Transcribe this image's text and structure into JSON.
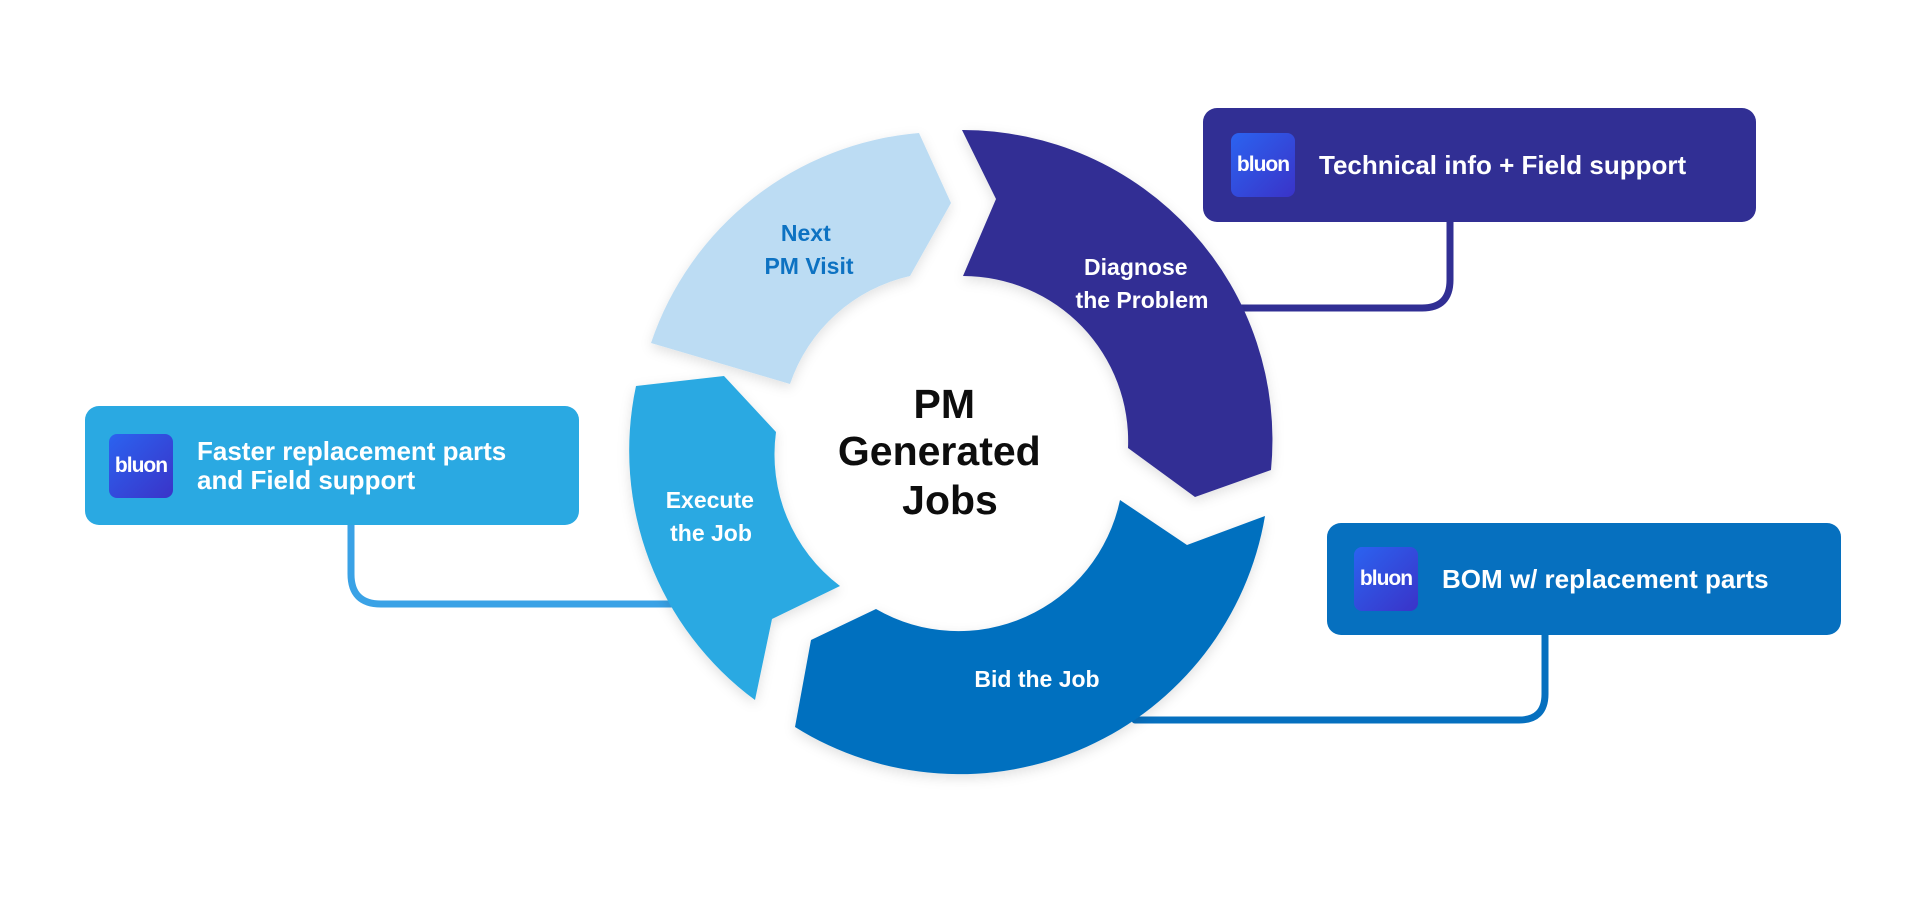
{
  "colors": {
    "next_visit": "#bcdcf3",
    "next_visit_text": "#0d72c2",
    "diagnose": "#312f94",
    "bid": "#0670bf",
    "execute": "#2aa9e2",
    "connector_left": "#3aa2e6",
    "logo_gradient_start": "#2b63f0",
    "logo_gradient_end": "#3a33c8"
  },
  "cycle": {
    "center_title": [
      "PM",
      "Generated",
      "Jobs"
    ],
    "segments": [
      {
        "id": "next-pm-visit",
        "lines": [
          "Next",
          "PM Visit"
        ]
      },
      {
        "id": "diagnose",
        "lines": [
          "Diagnose",
          "the Problem"
        ]
      },
      {
        "id": "bid",
        "lines": [
          "Bid the Job"
        ]
      },
      {
        "id": "execute",
        "lines": [
          "Execute",
          "the Job"
        ]
      }
    ]
  },
  "callouts": {
    "technical": {
      "logo": "bluon",
      "lines": [
        "Technical info + Field support"
      ]
    },
    "bom": {
      "logo": "bluon",
      "lines": [
        "BOM w/ replacement parts"
      ]
    },
    "parts": {
      "logo": "bluon",
      "lines": [
        "Faster replacement parts",
        "and Field support"
      ]
    }
  }
}
